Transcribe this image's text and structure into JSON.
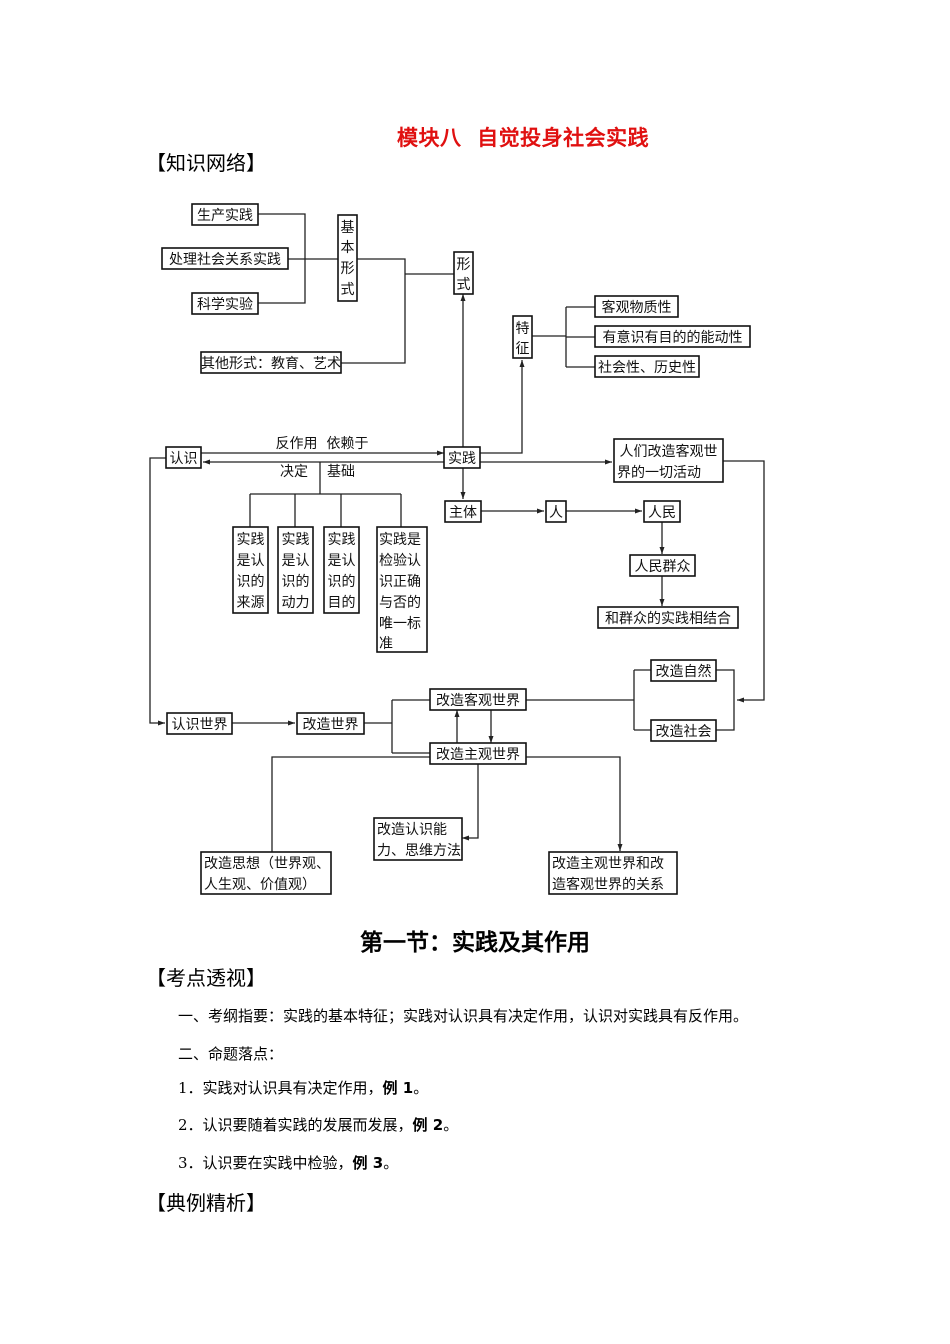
{
  "module_title": "模块八  自觉投身社会实践",
  "headings": {
    "knowledge_network": "【知识网络】",
    "exam_points": "【考点透视】",
    "typical_examples": "【典例精析】"
  },
  "section_title": "第一节：实践及其作用",
  "diagram": {
    "forms_basic": [
      "生产实践",
      "处理社会关系实践",
      "科学实验"
    ],
    "basic_forms_label": [
      "基",
      "本",
      "形",
      "式"
    ],
    "other_forms": "其他形式：教育、艺术",
    "forms_label": [
      "形",
      "式"
    ],
    "features_label": [
      "特",
      "征"
    ],
    "features": [
      "客观物质性",
      "有意识有目的的能动性",
      "社会性、历史性"
    ],
    "cognition": "认识",
    "practice": "实践",
    "edge_upper_labels": "反作用  依赖于",
    "edge_lower_labels": [
      "决定",
      "基础"
    ],
    "definition_lines": [
      "人们改造客观世",
      "界的一切活动"
    ],
    "roles": [
      [
        "实践",
        "是认",
        "识的",
        "来源"
      ],
      [
        "实践",
        "是认",
        "识的",
        "动力"
      ],
      [
        "实践",
        "是认",
        "识的",
        "目的"
      ],
      [
        "实践是",
        "检验认",
        "识正确",
        "与否的",
        "唯一标",
        "准"
      ]
    ],
    "subject": "主体",
    "person": "人",
    "people": "人民",
    "masses": "人民群众",
    "combine_masses": "和群众的实践相结合",
    "know_world": "认识世界",
    "transform_world": "改造世界",
    "transform_objective": "改造客观世界",
    "transform_subjective": "改造主观世界",
    "transform_nature": "改造自然",
    "transform_society": "改造社会",
    "transform_ability": [
      "改造认识能",
      "力、思维方法"
    ],
    "transform_thought": [
      "改造思想（世界观、",
      "人生观、价值观）"
    ],
    "relation": [
      "改造主观世界和改",
      "造客观世界的关系"
    ]
  },
  "outline": {
    "item1": "一、考纲指要：实践的基本特征；实践对认识具有决定作用，认识对实践具有反作用。",
    "item2": "二、命题落点：",
    "points": [
      {
        "text": "1．实践对认识具有决定作用，",
        "example": "例 1",
        "end": "。"
      },
      {
        "text": "2．认识要随着实践的发展而发展，",
        "example": "例 2",
        "end": "。"
      },
      {
        "text": "3．认识要在实践中检验，",
        "example": "例 3",
        "end": "。"
      }
    ]
  },
  "colors": {
    "module_title": "#e01010",
    "line": "#222222"
  }
}
